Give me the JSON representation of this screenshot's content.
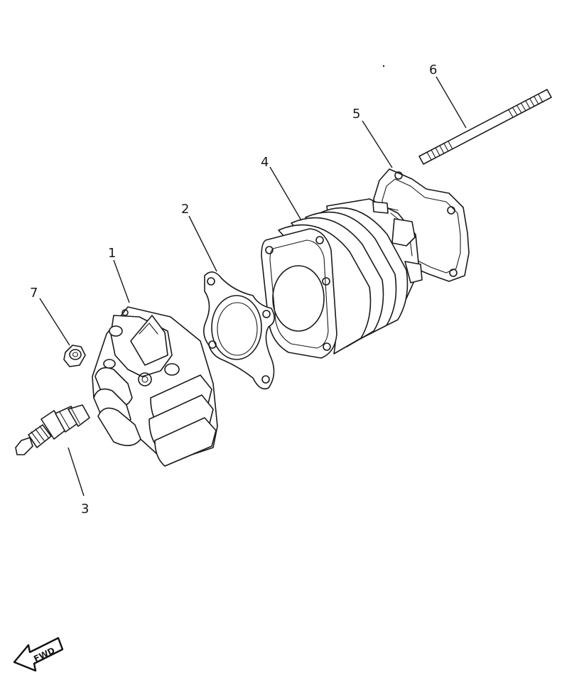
{
  "callouts": {
    "part1": "1",
    "part2": "2",
    "part3": "3",
    "part4": "4",
    "part5": "5",
    "part6": "6",
    "part7": "7"
  },
  "forward_arrow": {
    "label": "FWD"
  },
  "colors": {
    "line": "#1a1a1a",
    "background": "#ffffff"
  }
}
